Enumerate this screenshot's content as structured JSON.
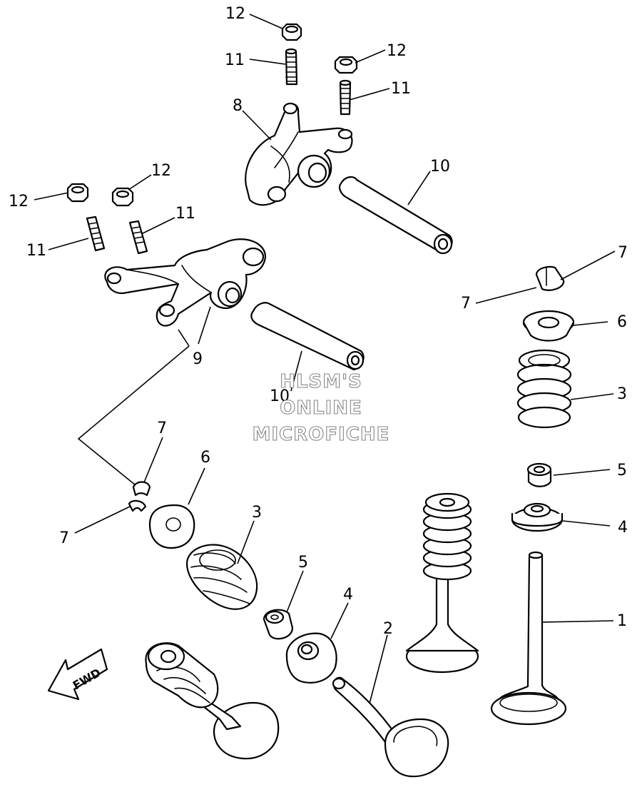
{
  "callouts": {
    "c12a": "12",
    "c11a": "11",
    "c12b": "12",
    "c11b": "11",
    "c8": "8",
    "c10a": "10",
    "c12c": "12",
    "c12d": "12",
    "c11c": "11",
    "c11d": "11",
    "c9": "9",
    "c10b": "10",
    "c7a": "7",
    "c7b": "7",
    "c6a": "6",
    "c3a": "3",
    "c5a": "5",
    "c4a": "4",
    "c1": "1",
    "c7c": "7",
    "c7d": "7",
    "c6b": "6",
    "c3b": "3",
    "c5b": "5",
    "c4b": "4",
    "c2": "2"
  },
  "watermark": {
    "line1": "HLSM'S",
    "line2": "ONLINE",
    "line3": "MICROFICHE"
  },
  "arrow_label": "FWD"
}
